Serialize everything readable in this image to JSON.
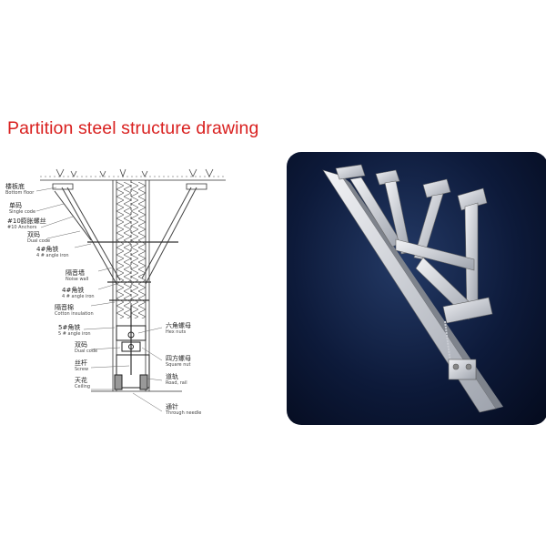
{
  "title": "Partition steel structure drawing",
  "labels": {
    "bottom_floor": {
      "cn": "楼板底",
      "en": "Bottom floor"
    },
    "single_code": {
      "cn": "单码",
      "en": "Single code"
    },
    "anchors": {
      "cn": "#10膨胀螺丝",
      "en": "#10 Anchors"
    },
    "dual_code_top": {
      "cn": "双码",
      "en": "Dual code"
    },
    "angle_iron_4_top": {
      "cn": "4#角铁",
      "en": "4 # angle iron"
    },
    "noise_wall": {
      "cn": "隔音墙",
      "en": "Noise wall"
    },
    "angle_iron_4_mid": {
      "cn": "4#角铁",
      "en": "4 # angle iron"
    },
    "cotton_insulation": {
      "cn": "隔音棉",
      "en": "Cotton insulation"
    },
    "angle_iron_5": {
      "cn": "5#角铁",
      "en": "5 # angle iron"
    },
    "dual_code_bottom": {
      "cn": "双码",
      "en": "Dual code"
    },
    "screw": {
      "cn": "丝杆",
      "en": "Screw"
    },
    "ceiling": {
      "cn": "天花",
      "en": "Ceiling"
    },
    "hex_nuts": {
      "cn": "六角螺母",
      "en": "Hex nuts"
    },
    "square_nut": {
      "cn": "四方螺母",
      "en": "Square nut"
    },
    "road_rail": {
      "cn": "道轨",
      "en": "Road, rail"
    },
    "through_needle": {
      "cn": "通针",
      "en": "Through needle"
    }
  },
  "colors": {
    "title": "#d9201f",
    "photo_background": "#0d1a3a",
    "steel": "#c9ccd3"
  }
}
